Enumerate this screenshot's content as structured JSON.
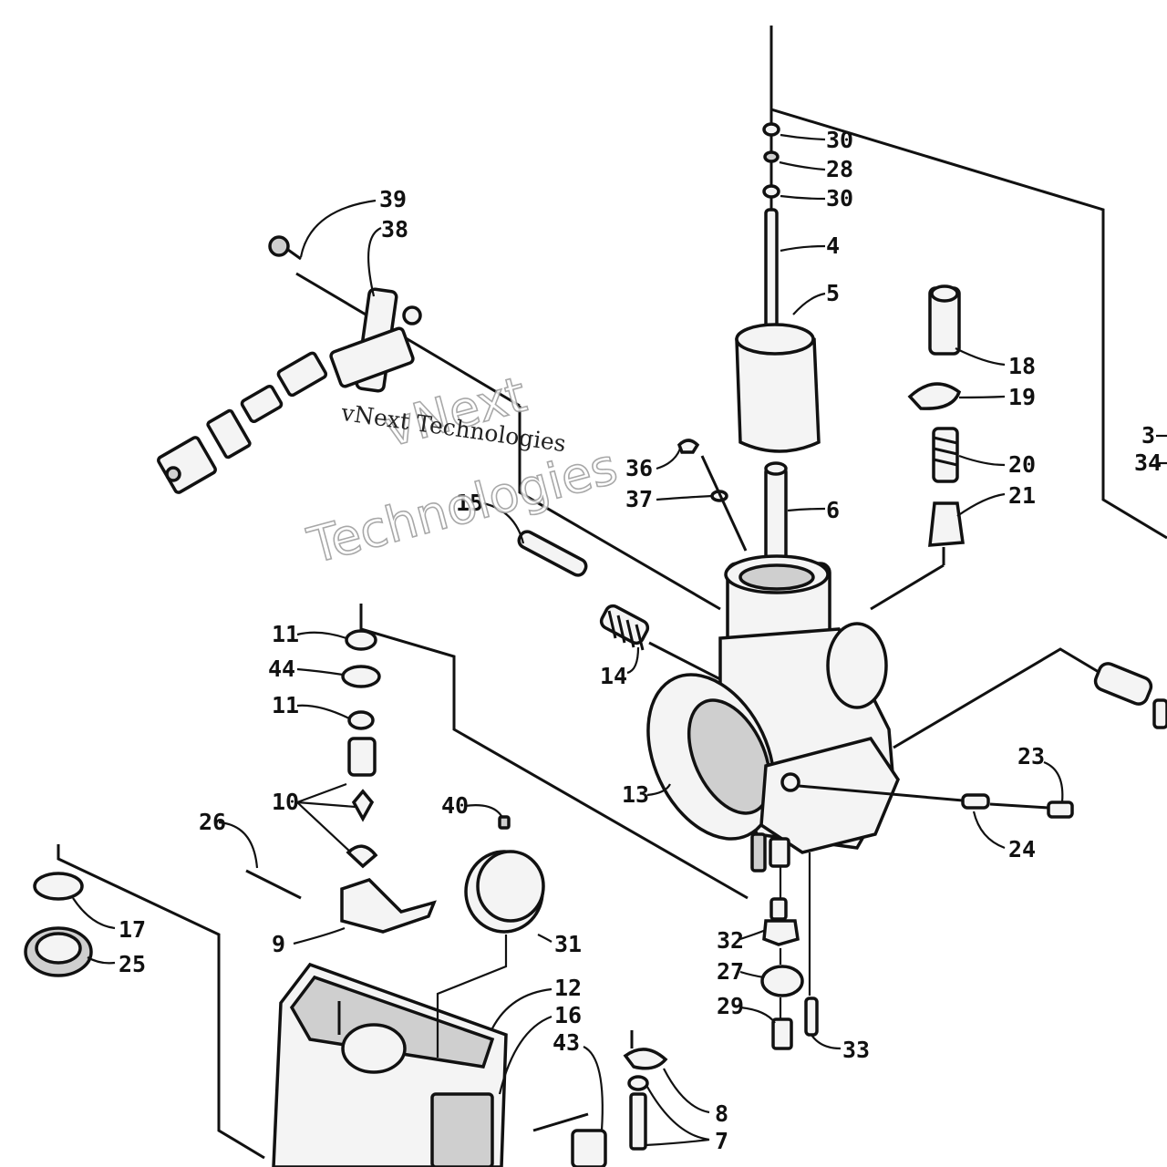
{
  "labels": {
    "l30a": "30",
    "l28a": "28",
    "l30b": "30",
    "l4": "4",
    "l5": "5",
    "l39": "39",
    "l38": "38",
    "l18": "18",
    "l19": "19",
    "l3": "3",
    "l34": "34",
    "l20": "20",
    "l21": "21",
    "l36": "36",
    "l37": "37",
    "l6": "6",
    "l15": "15",
    "l11a": "11",
    "l44": "44",
    "l11b": "11",
    "l14": "14",
    "l10": "10",
    "l13": "13",
    "l23": "23",
    "l40": "40",
    "l26": "26",
    "l24": "24",
    "l17": "17",
    "l25": "25",
    "l9": "9",
    "l32": "32",
    "l31": "31",
    "l27": "27",
    "l12": "12",
    "l29": "29",
    "l16": "16",
    "l43": "43",
    "l33": "33",
    "l8": "8",
    "l7": "7"
  },
  "watermark": {
    "large_line1": "vNext",
    "large_line2": "Technologies",
    "small": "vNext Technologies"
  }
}
